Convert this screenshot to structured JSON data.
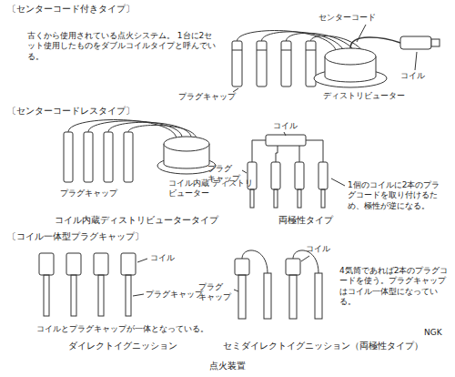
{
  "diagram": {
    "caption": "点火装置",
    "labels": [
      "〔センターコード付きタイプ〕",
      "古くから使用されている点火システム。 1台に2セット使用したものをダブルコイルタイプと呼んでいる。",
      "センターコード",
      "コイル",
      "プラグキャップ",
      "ディストリビューター",
      "〔センターコードレスタイプ〕",
      "コイル",
      "プラグキャップ",
      "コイル内蔵 ディストリビューター",
      "プラグ キャップ",
      "1個のコイルに2本のプラグコードを取り付けるため、極性が逆になる。",
      "コイル内蔵ディストリビュータータイプ",
      "両極性タイプ",
      "〔コイル一体型プラグキャップ〕",
      "コイル",
      "プラグキャップ",
      "コイルとプラグキャップが一体となっている。",
      "ダイレクトイグニッション",
      "コイル",
      "プラグ キャップ",
      "4気筒であれば2本のプラグコードを使う。プラグキャップはコイル一体型になっている。",
      "セミダイレクトイグニッション（両極性タイプ）",
      "NGK"
    ]
  }
}
